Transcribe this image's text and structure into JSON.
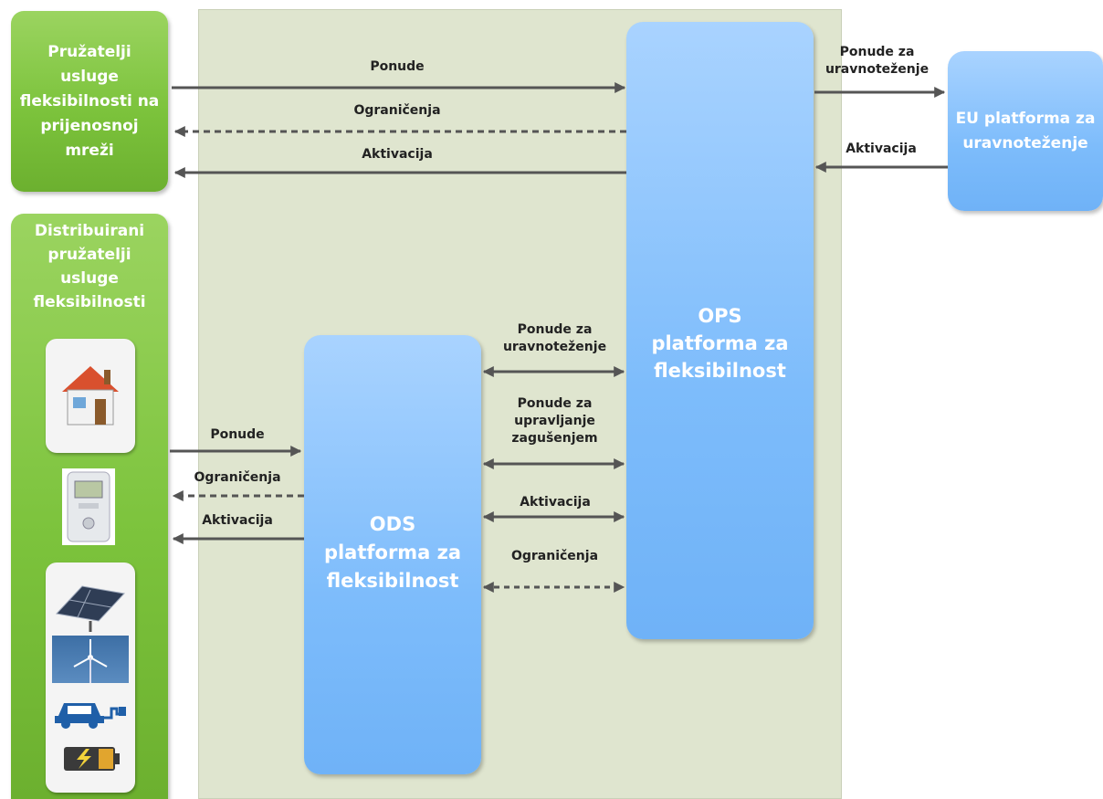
{
  "boxes": {
    "transmission_providers": "Pružatelji usluge fleksibilnosti na prijenosnoj mreži",
    "distributed_providers": "Distribuirani pružatelji usluge fleksibilnosti",
    "ops_platform": "OPS platforma za fleksibilnost",
    "ods_platform": "ODS platforma za fleksibilnost",
    "eu_platform": "EU platforma za uravnoteženje"
  },
  "labels": {
    "top_ponude": "Ponude",
    "top_ogranicenja": "Ograničenja",
    "top_aktivacija": "Aktivacija",
    "eu_ponude": "Ponude za uravnoteženje",
    "eu_aktivacija": "Aktivacija",
    "mid_ponude_uravnotezenje": "Ponude za uravnoteženje",
    "mid_ponude_upravljanje": "Ponude za upravljanje zagušenjem",
    "mid_aktivacija": "Aktivacija",
    "mid_ogranicenja": "Ograničenja",
    "left_ponude": "Ponude",
    "left_ogranicenja": "Ograničenja",
    "left_aktivacija": "Aktivacija"
  },
  "icons": [
    "house-icon",
    "smart-meter-icon",
    "solar-panel-icon",
    "wind-turbine-icon",
    "electric-car-icon",
    "battery-icon"
  ],
  "colors": {
    "green": "#7cc33c",
    "blue": "#7dbcfb",
    "panel": "#dfe5cf",
    "arrow": "#555555"
  }
}
